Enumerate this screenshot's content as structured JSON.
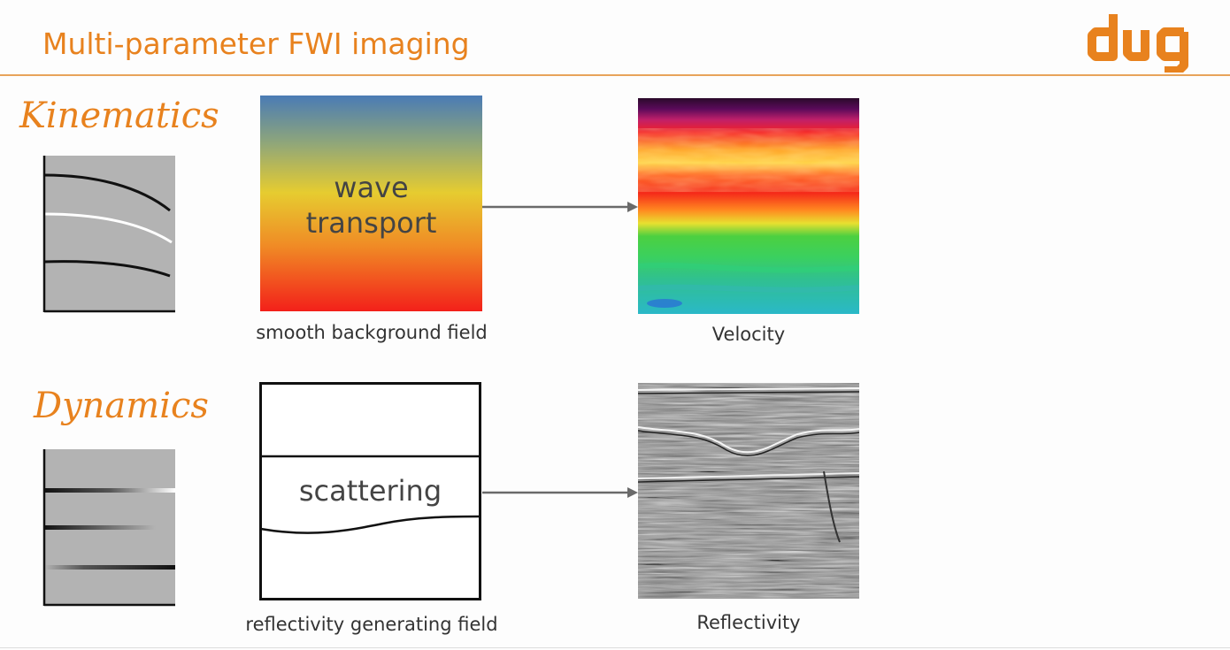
{
  "title": "Multi-parameter FWI imaging",
  "logo": {
    "text": "dug",
    "color": "#e8821e"
  },
  "rows": {
    "kinematics": {
      "label": "Kinematics",
      "middle_text_line1": "wave",
      "middle_text_line2": "transport",
      "middle_caption": "smooth background field",
      "result_caption": "Velocity"
    },
    "dynamics": {
      "label": "Dynamics",
      "middle_text": "scattering",
      "middle_caption": "reflectivity generating field",
      "result_caption": "Reflectivity"
    }
  },
  "colors": {
    "accent": "#e8821e",
    "arrow": "#666666",
    "panel_gray": "#b0b0b0"
  }
}
